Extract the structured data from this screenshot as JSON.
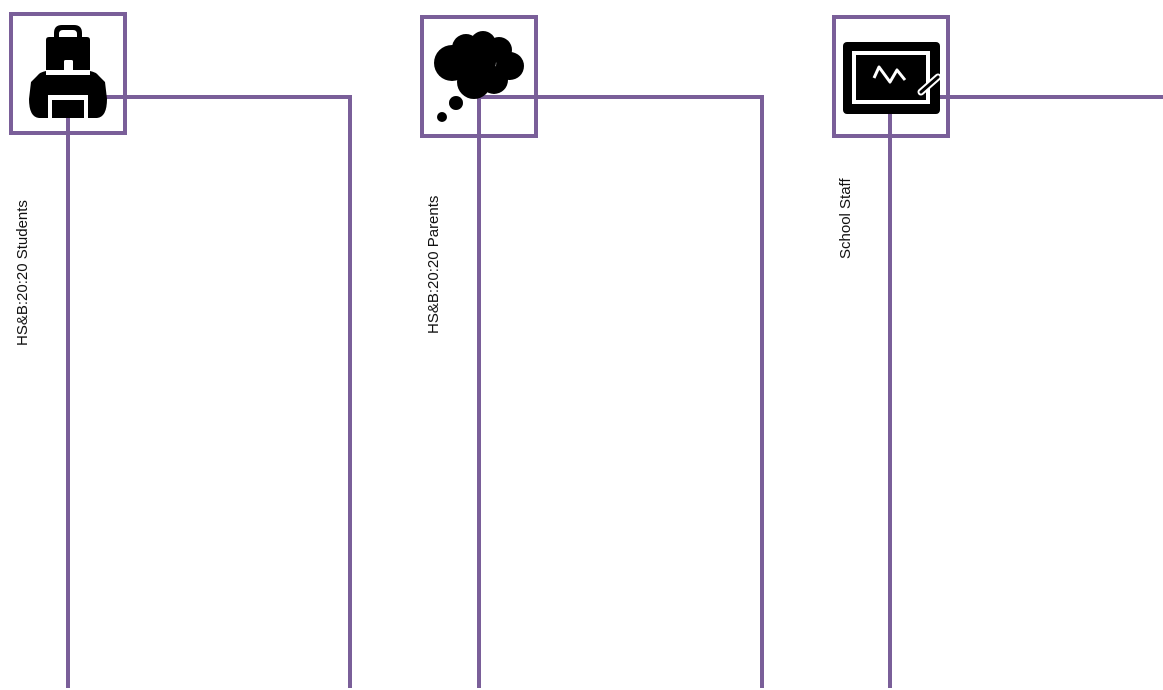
{
  "colors": {
    "frame": "#7a5f99",
    "icon": "#000000",
    "background": "#ffffff"
  },
  "groups": [
    {
      "label": "HS&B:20:20 Students",
      "icon": "backpack-icon"
    },
    {
      "label": "HS&B:20:20 Parents",
      "icon": "thought-bubble-icon"
    },
    {
      "label": "School Staff",
      "icon": "chalkboard-icon"
    }
  ]
}
